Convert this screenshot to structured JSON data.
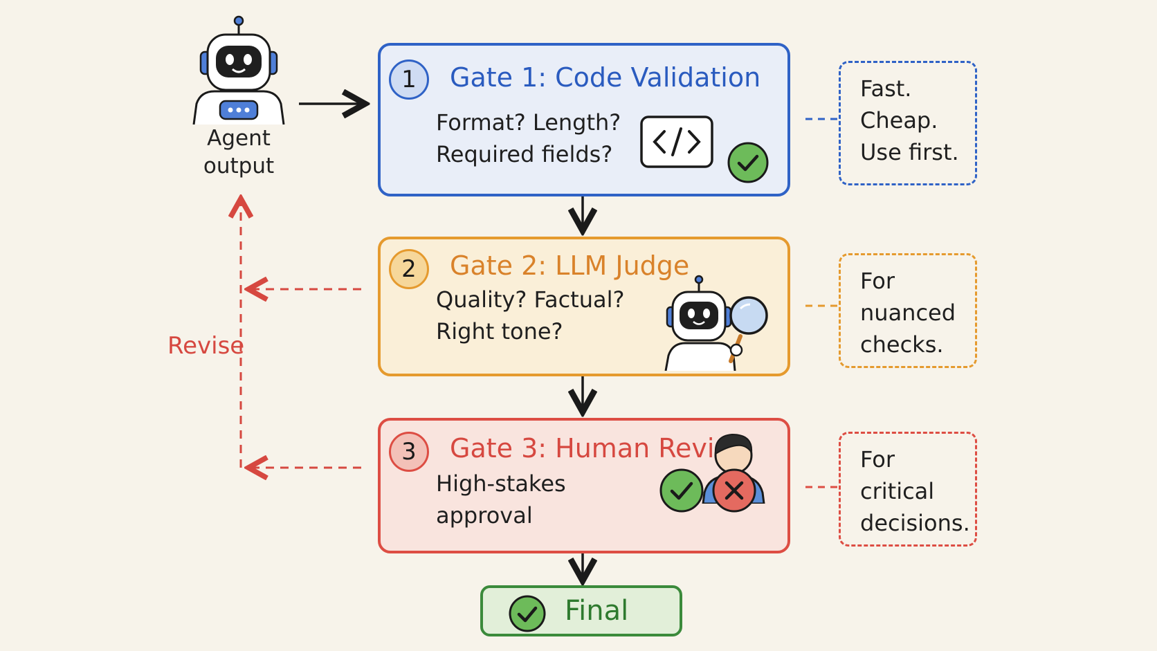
{
  "agent": {
    "label_line1": "Agent",
    "label_line2": "output"
  },
  "gates": [
    {
      "number": "1",
      "title": "Gate 1: Code Validation",
      "lines": [
        "Format? Length?",
        "Required fields?"
      ],
      "note": [
        "Fast.",
        "Cheap.",
        "Use first."
      ],
      "icons": [
        "code-icon",
        "check-icon"
      ],
      "color": "#2f62c6"
    },
    {
      "number": "2",
      "title": "Gate 2: LLM Judge",
      "lines": [
        "Quality? Factual?",
        "Right tone?"
      ],
      "note": [
        "For",
        "nuanced",
        "checks."
      ],
      "icons": [
        "robot-with-magnifier-icon"
      ],
      "color": "#e59a2e"
    },
    {
      "number": "3",
      "title": "Gate 3: Human Review",
      "lines": [
        "High-stakes",
        "approval"
      ],
      "note": [
        "For",
        "critical",
        "decisions."
      ],
      "icons": [
        "human-reviewer-icon",
        "approve-icon",
        "reject-icon"
      ],
      "color": "#dd4d43"
    }
  ],
  "revise": {
    "label": "Revise",
    "color": "#d64840"
  },
  "final": {
    "label": "Final",
    "color": "#3b8a3b"
  }
}
